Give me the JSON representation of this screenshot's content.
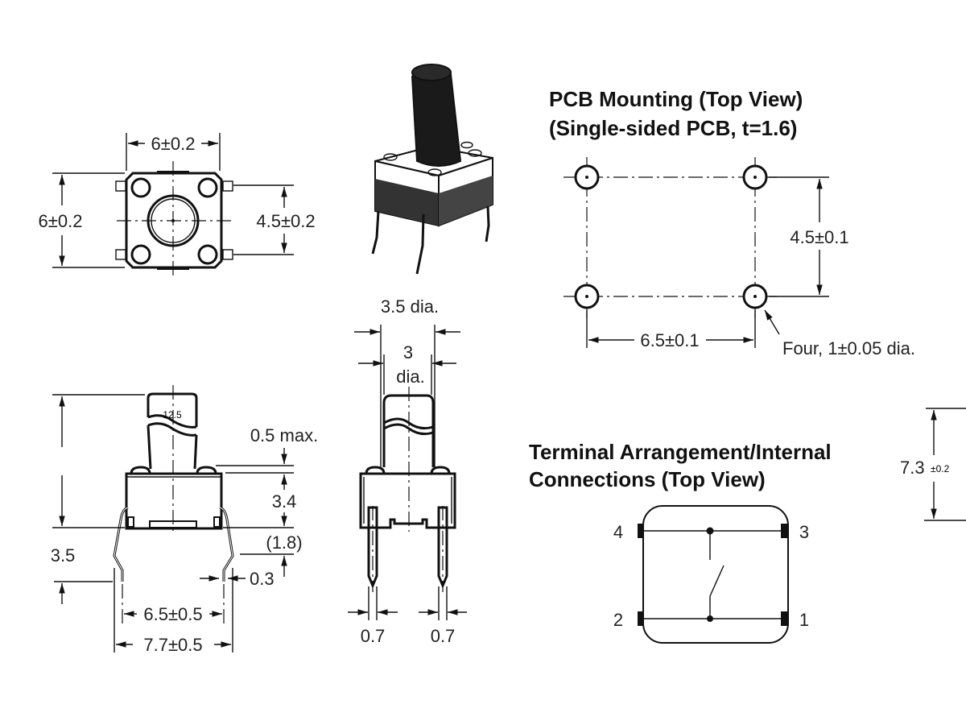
{
  "top_view": {
    "width_dim": "6±0.2",
    "height_dim": "6±0.2",
    "terminal_pitch_dim": "4.5±0.2"
  },
  "side_view": {
    "actuator_height": "12.5",
    "overall_height_dim": "3.5",
    "gap_dim": "0.5 max.",
    "body_height_dim": "3.4",
    "leg_dim": "(1.8)",
    "lead_thickness_dim": "0.3",
    "lead_pitch_dim": "6.5±0.5",
    "outer_width_dim": "7.7±0.5"
  },
  "front_view": {
    "actuator_base_dia": "3.5 dia.",
    "actuator_top_dia_value": "3",
    "actuator_top_dia_unit": "dia.",
    "pin_width_left": "0.7",
    "pin_width_right": "0.7"
  },
  "pcb_mounting": {
    "title_line1": "PCB Mounting (Top View)",
    "title_line2": "(Single-sided PCB, t=1.6)",
    "vertical_pitch_dim": "4.5±0.1",
    "horizontal_pitch_dim": "6.5±0.1",
    "hole_note": "Four, 1±0.05 dia."
  },
  "terminal_arrangement": {
    "title_line1": "Terminal Arrangement/Internal",
    "title_line2": "Connections (Top View)",
    "pins": [
      "4",
      "3",
      "2",
      "1"
    ]
  },
  "right_edge": {
    "height_value": "7.3",
    "height_tolerance": "±0.2"
  }
}
